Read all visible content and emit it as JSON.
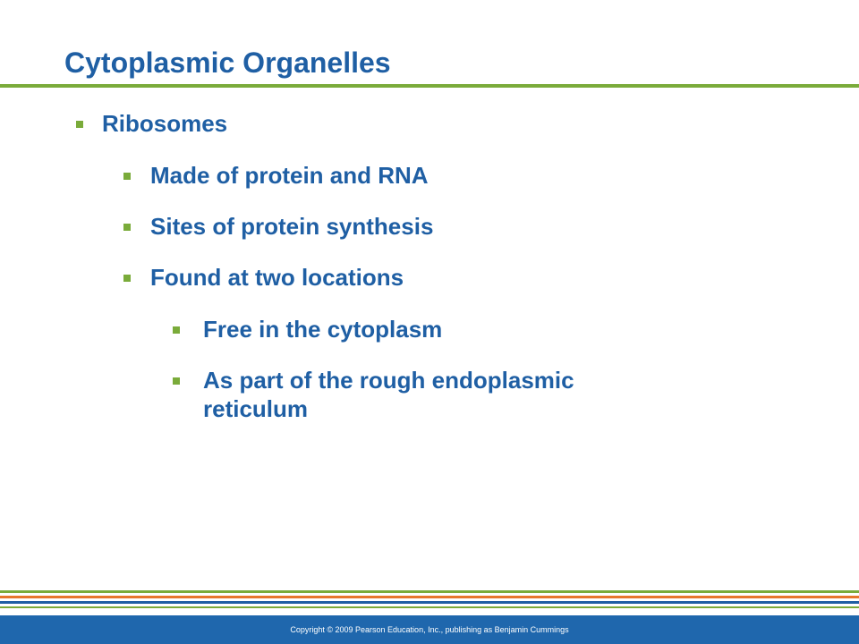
{
  "slide": {
    "title": "Cytoplasmic Organelles",
    "bullets": [
      {
        "level": 1,
        "text": "Ribosomes"
      },
      {
        "level": 2,
        "text": "Made of protein and RNA"
      },
      {
        "level": 2,
        "text": "Sites of protein synthesis"
      },
      {
        "level": 2,
        "text": "Found at two locations"
      },
      {
        "level": 3,
        "text": "Free in the cytoplasm"
      },
      {
        "level": 3,
        "text": "As part of the rough endoplasmic reticulum"
      }
    ]
  },
  "footer": {
    "copyright": "Copyright © 2009 Pearson Education, Inc., publishing as Benjamin Cummings"
  },
  "colors": {
    "title_blue": "#1f5fa4",
    "accent_green": "#7aab3a",
    "accent_orange": "#e8762c",
    "footer_blue": "#1f67ad"
  }
}
